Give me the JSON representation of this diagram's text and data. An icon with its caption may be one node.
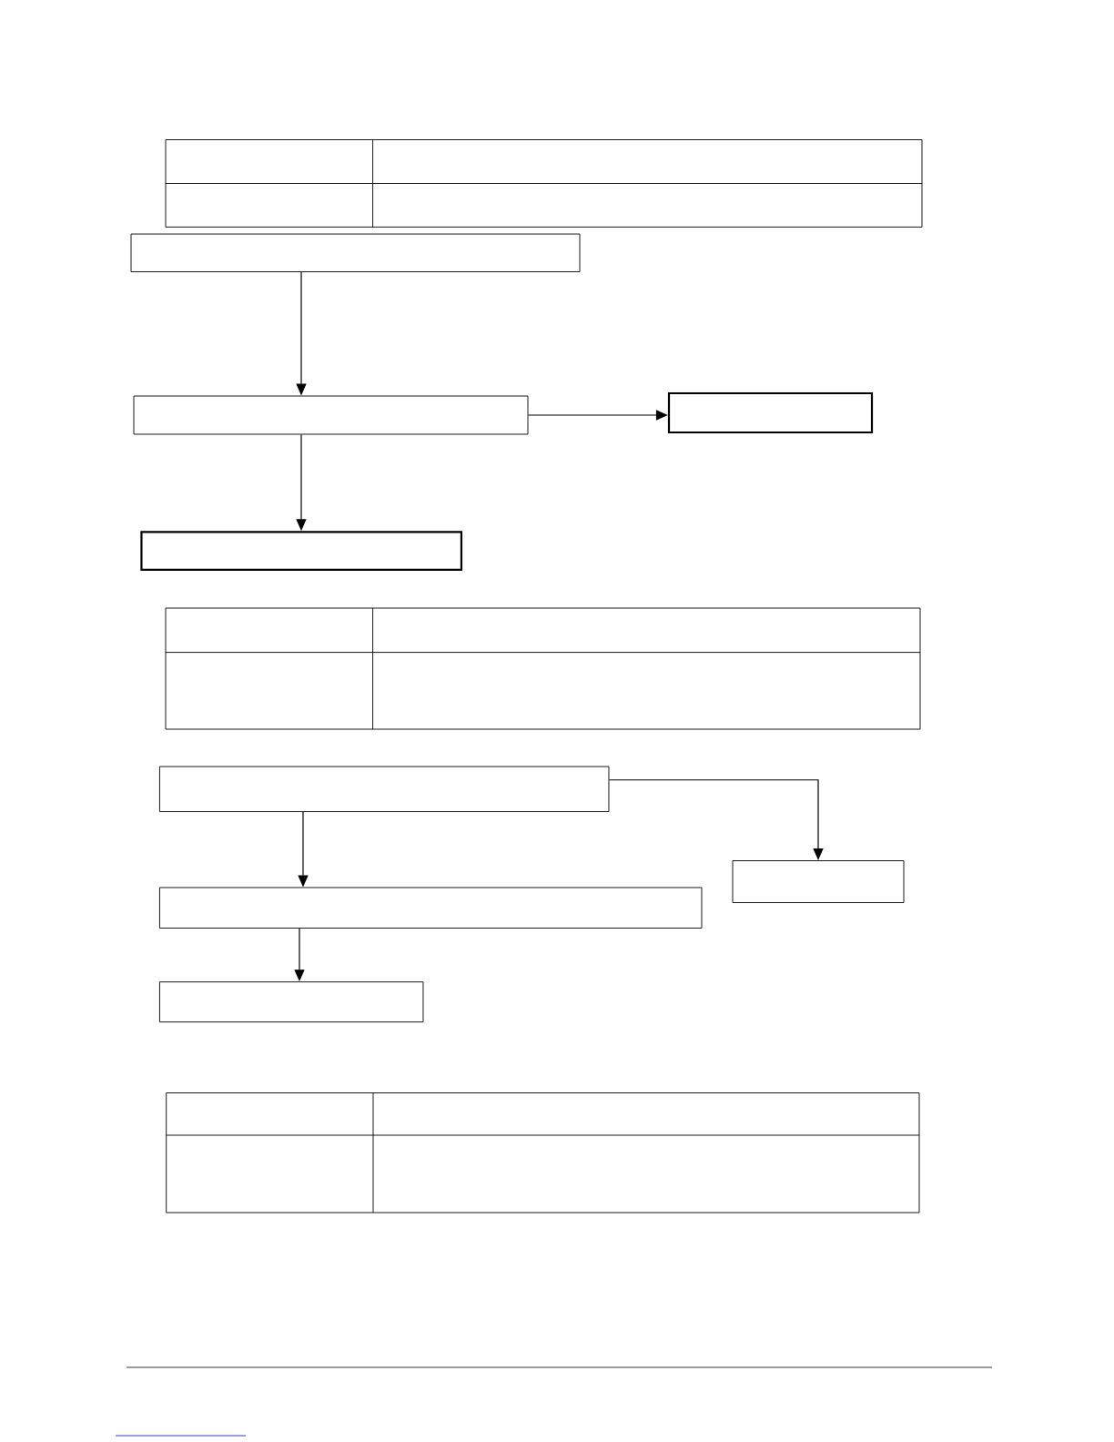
{
  "diagram": {
    "nodes": [
      {
        "text": [],
        "shape": "box"
      },
      {
        "text": [],
        "shape": "box"
      },
      {
        "text": [],
        "shape": "box"
      },
      {
        "text": [],
        "shape": "box"
      },
      {
        "text": [],
        "shape": "box"
      },
      {
        "text": [],
        "shape": "box"
      },
      {
        "text": [],
        "shape": "box"
      },
      {
        "text": [],
        "shape": "box"
      }
    ],
    "edges": [
      {
        "from": 0,
        "to": 1,
        "arrow": "to"
      },
      {
        "from": 1,
        "to": 2,
        "arrow": "to"
      },
      {
        "from": 1,
        "to": 3,
        "arrow": "to"
      },
      {
        "from": 4,
        "to": 5,
        "arrow": "to"
      },
      {
        "from": 4,
        "to": 6,
        "arrow": "to"
      },
      {
        "from": 5,
        "to": 7,
        "arrow": "to"
      }
    ]
  }
}
